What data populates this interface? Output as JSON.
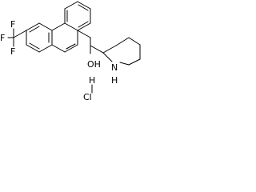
{
  "structure": {
    "atoms": {
      "f_top": "F",
      "f_left": "F",
      "f_bottom": "F",
      "o": "OH",
      "n": "N",
      "n_h": "H",
      "salt_h": "H",
      "salt_cl": "Cl"
    },
    "colors": {
      "bond": "#000000",
      "label": "#000000",
      "background": "#ffffff"
    }
  }
}
